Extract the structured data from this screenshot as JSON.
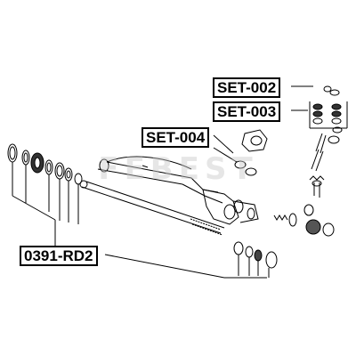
{
  "labels": {
    "set002": "SET-002",
    "set003": "SET-003",
    "set004": "SET-004",
    "part0391": "0391-RD2"
  },
  "watermark": "FEBEST",
  "colors": {
    "line": "#000000",
    "label_border": "#000000",
    "watermark": "#c8c8c8"
  }
}
